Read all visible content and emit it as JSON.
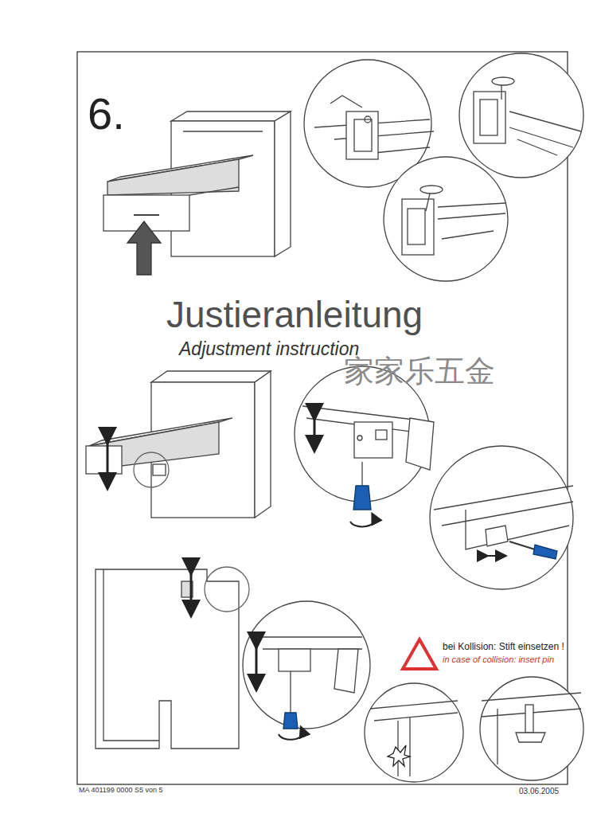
{
  "diagram": {
    "title": "Justieranleitung",
    "labels": [
      "6.",
      "Adjustment instruction",
      "家家乐五金",
      "bei Kollision: Stift einsetzen !",
      "in case of collision: insert pin",
      "MA 401199 0000  S5 von 5",
      "03.06.2005"
    ]
  }
}
